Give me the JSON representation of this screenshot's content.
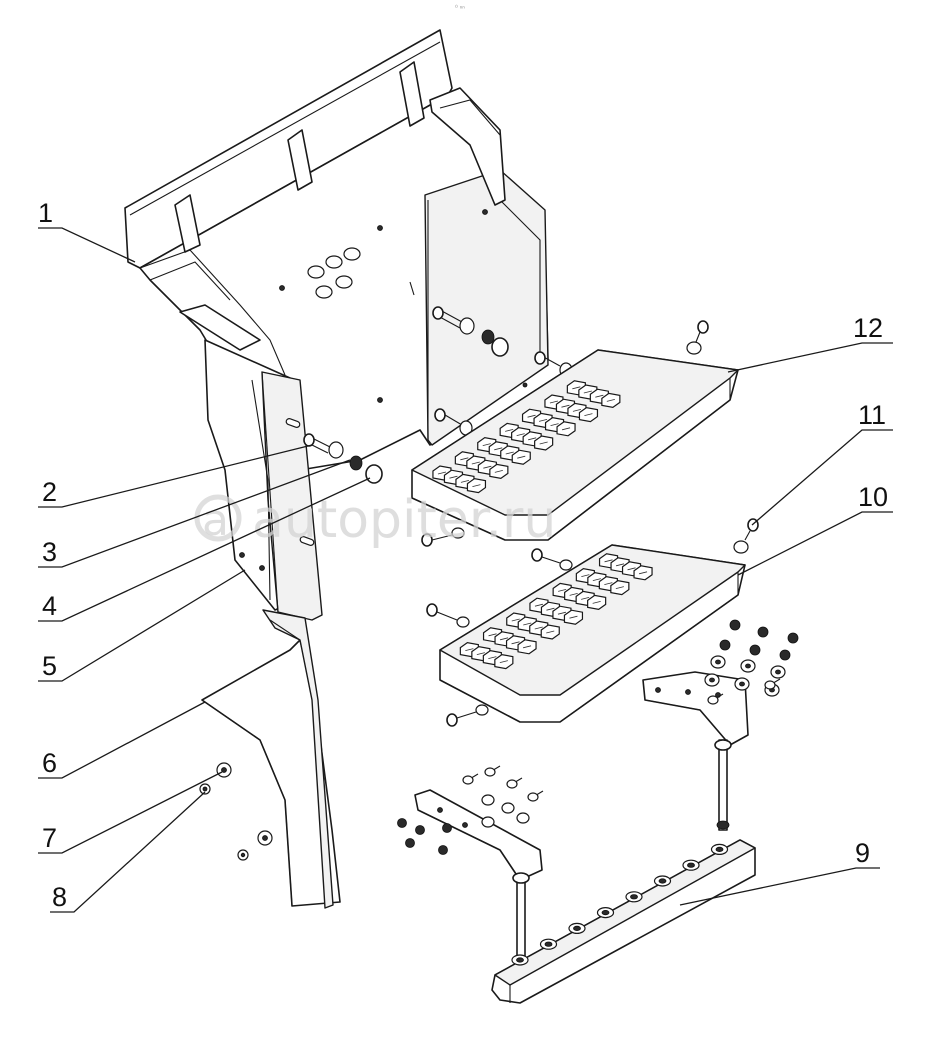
{
  "figure": {
    "corner_text": "⁰ ⁿⁿ",
    "watermark": "autopiter.ru",
    "watermark_prefix": "a"
  },
  "callouts": [
    {
      "id": "1",
      "label": "1"
    },
    {
      "id": "2",
      "label": "2"
    },
    {
      "id": "3",
      "label": "3"
    },
    {
      "id": "4",
      "label": "4"
    },
    {
      "id": "5",
      "label": "5"
    },
    {
      "id": "6",
      "label": "6"
    },
    {
      "id": "7",
      "label": "7"
    },
    {
      "id": "8",
      "label": "8"
    },
    {
      "id": "9",
      "label": "9"
    },
    {
      "id": "10",
      "label": "10"
    },
    {
      "id": "11",
      "label": "11"
    },
    {
      "id": "12",
      "label": "12"
    }
  ]
}
